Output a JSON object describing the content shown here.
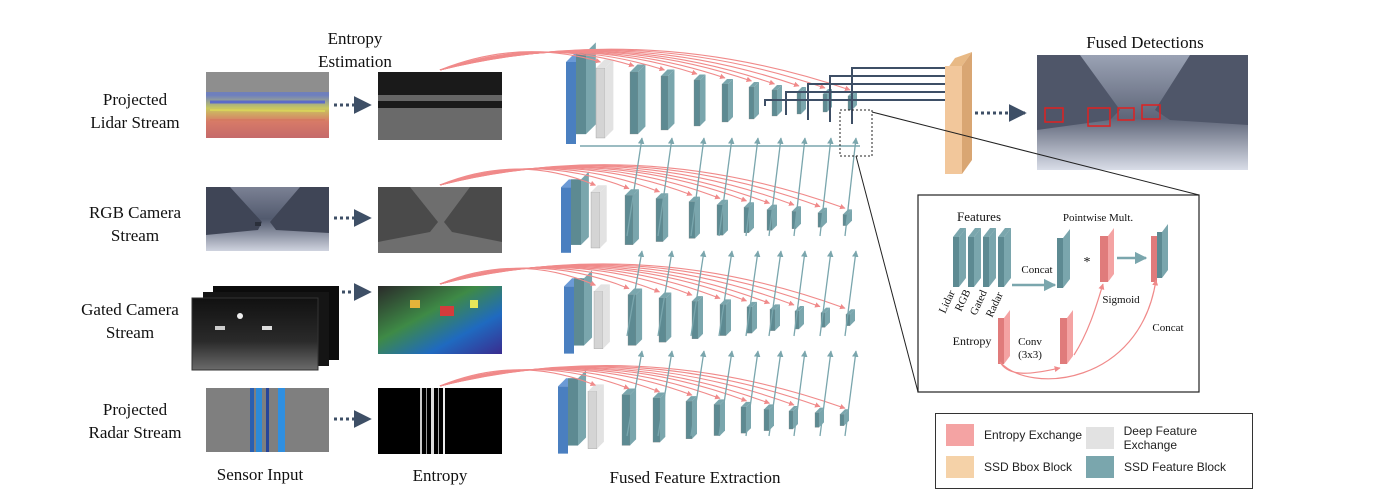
{
  "streams": [
    {
      "line1": "Projected",
      "line2": "Lidar Stream"
    },
    {
      "line1": "RGB Camera",
      "line2": "Stream"
    },
    {
      "line1": "Gated Camera",
      "line2": "Stream"
    },
    {
      "line1": "Projected",
      "line2": "Radar Stream"
    }
  ],
  "entropy_estimation": {
    "line1": "Entropy",
    "line2": "Estimation"
  },
  "fused_detections": "Fused Detections",
  "bottom_labels": {
    "sensor_input": "Sensor Input",
    "entropy": "Entropy",
    "fused_feature_extraction": "Fused Feature Extraction"
  },
  "inset": {
    "features": "Features",
    "pointwise_mult": "Pointwise Mult.",
    "inputs": [
      "Lidar",
      "RGB",
      "Gated",
      "Radar"
    ],
    "concat": "Concat",
    "mult_symbol": "*",
    "sigmoid": "Sigmoid",
    "entropy": "Entropy",
    "conv": "Conv",
    "conv_kernel": "(3x3)",
    "concat2": "Concat"
  },
  "legend": {
    "items": [
      {
        "label": "Entropy Exchange",
        "color": "#f4a3a3"
      },
      {
        "label": "Deep Feature Exchange",
        "color": "#e2e2e2"
      },
      {
        "label": "SSD Bbox Block",
        "color": "#f5d2a8"
      },
      {
        "label": "SSD Feature Block",
        "color": "#7aa6ad"
      }
    ]
  },
  "colors": {
    "ssd_feature": "#5d8a92",
    "ssd_feature_front": "#7aa6ad",
    "input_block": "#4a7fc0",
    "deep_feature": "#e2e2e2",
    "entropy_exchange": "#f08a8a",
    "bbox_block": "#f2c79b",
    "skip_lines": "#3e4f66"
  }
}
